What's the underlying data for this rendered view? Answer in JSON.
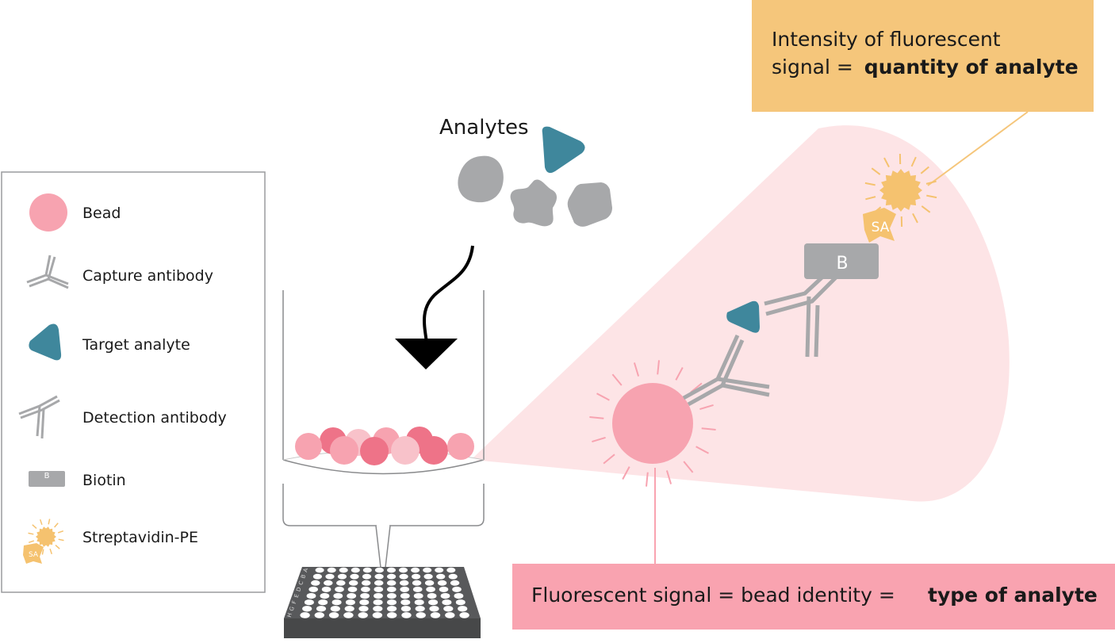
{
  "title": "",
  "analytes_label": "Analytes",
  "legend": {
    "items": [
      {
        "key": "bead",
        "label": "Bead"
      },
      {
        "key": "capture",
        "label": "Capture antibody"
      },
      {
        "key": "target",
        "label": "Target analyte"
      },
      {
        "key": "detection",
        "label": "Detection antibody"
      },
      {
        "key": "biotin",
        "label": "Biotin",
        "glyph": "B"
      },
      {
        "key": "spe",
        "label": "Streptavidin-PE",
        "glyph": "SA"
      }
    ]
  },
  "callout_intensity": {
    "line1": "Intensity of fluorescent",
    "line2_prefix": "signal = ",
    "line2_bold": "quantity of analyte"
  },
  "callout_identity": {
    "prefix": "Fluorescent signal = bead identity =",
    "bold": "type of analyte"
  },
  "zoom": {
    "biotin_label": "B",
    "sa_label": "SA"
  },
  "plate": {
    "row_letters": [
      "A",
      "B",
      "C",
      "D",
      "E",
      "F",
      "G",
      "H"
    ]
  },
  "colors": {
    "bead": "#f7a3b0",
    "bead_dark": "#ee7388",
    "bead_light": "#f8c2ca",
    "analyte_teal": "#3f879c",
    "gray": "#a7a8aa",
    "biotin": "#a7a8aa",
    "pe": "#f5c26f",
    "callout_orange": "#f5c67b",
    "callout_pink": "#f9a3b0",
    "zoom_pink": "#fde4e6",
    "plate": "#58595b"
  }
}
